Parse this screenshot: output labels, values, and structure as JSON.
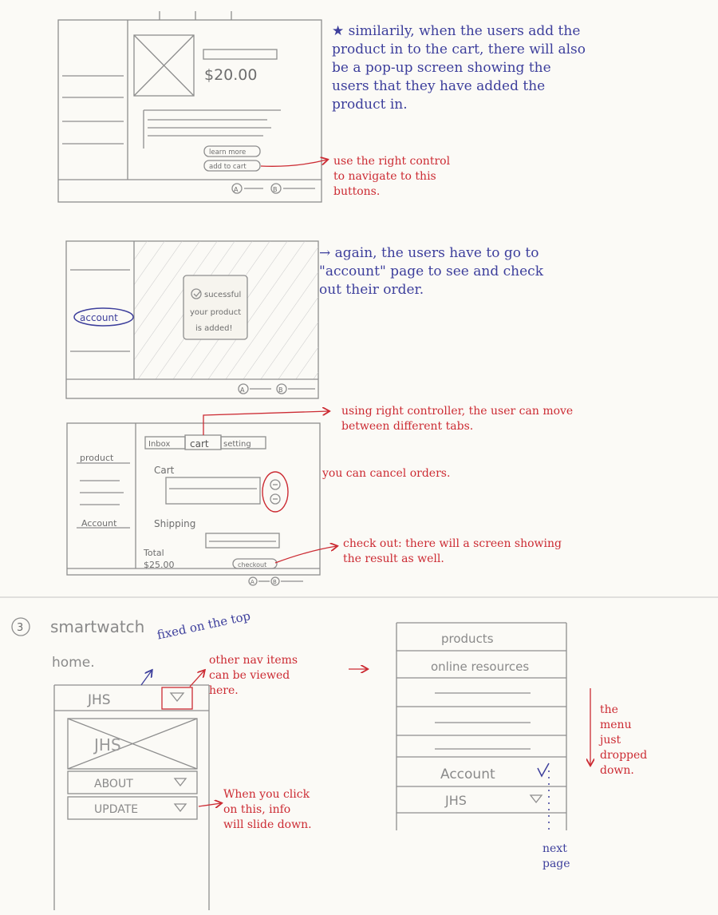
{
  "colors": {
    "paper": "#fbfaf6",
    "pencil": "#8e8e8e",
    "blue_ink": "#3d3f9c",
    "red_ink": "#cc2b33"
  },
  "frame1": {
    "price": "$20.00",
    "learn_more": "learn more",
    "add_to_cart": "add to cart",
    "btn_a": "A",
    "btn_b": "B"
  },
  "frame2": {
    "account": "account",
    "popup_line1": "sucessful",
    "popup_line2": "your product",
    "popup_line3": "is added!",
    "btn_a": "A",
    "btn_b": "B"
  },
  "frame3": {
    "tab_inbox": "Inbox",
    "tab_cart": "cart",
    "tab_setting": "setting",
    "sidebar_product": "product",
    "sidebar_account": "Account",
    "cart_label": "Cart",
    "shipping_label": "Shipping",
    "total_label": "Total",
    "total_value": "$25.00",
    "checkout": "checkout",
    "btn_a": "A",
    "btn_b": "B"
  },
  "notes": {
    "note1": "★ similarily, when the users add the\nproduct in to the cart, there will also\nbe a pop-up screen showing the\nusers that they have added the\nproduct in.",
    "note2": "use the right control\nto navigate to this\nbuttons.",
    "note3": "→ again, the users have to go to\n\"account\" page to see and check\nout their order.",
    "note4": "using right controller, the user can move\nbetween different tabs.",
    "note5": "you can cancel orders.",
    "note6": "check out: there will a screen showing\nthe result as well."
  },
  "section3": {
    "number": "3",
    "title": "smartwatch",
    "home_label": "home.",
    "fixed_note": "fixed on the top",
    "nav_note": "other nav items\ncan be viewed\nhere.",
    "header_jhs": "JHS",
    "image_label": "JHS",
    "about": "ABOUT",
    "update": "UPDATE",
    "update_note": "When you click\non this, info\nwill slide down.",
    "menu_products": "products",
    "menu_online": "online resources",
    "menu_account": "Account",
    "menu_jhs": "JHS",
    "dropped_note": "the\nmenu\njust\ndropped\ndown.",
    "next_page": "next\npage"
  }
}
